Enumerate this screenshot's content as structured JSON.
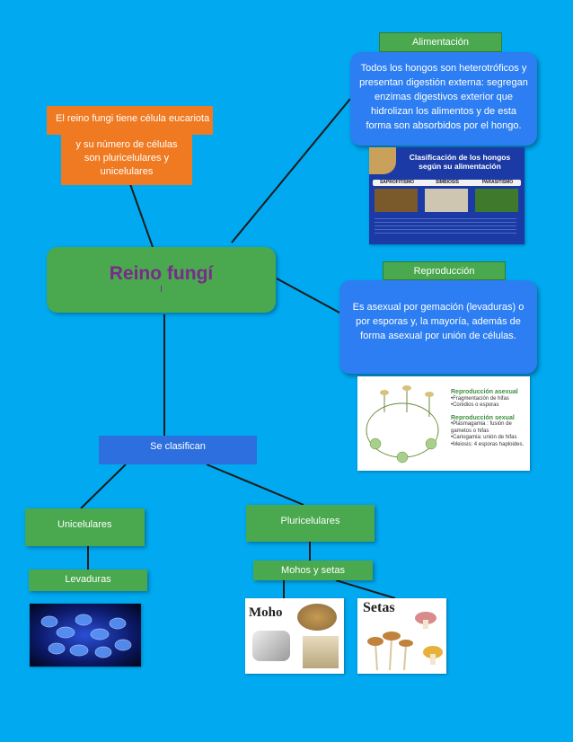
{
  "central": {
    "title": "Reino fungí",
    "sub": "I"
  },
  "intro": {
    "line1": "El reino fungi tiene célula eucariota",
    "line2": "y  su número de células son pluricelulares y unicelulares"
  },
  "alimentacion": {
    "label": "Alimentación",
    "text": "Todos los hongos son heterotróficos y presentan digestión  externa: segregan enzimas digestivos exterior que hidrolizan los alimentos y de esta forma son absorbidos por el hongo.",
    "image": {
      "title": "Clasificación de los hongos según su alimentación",
      "col1": "SAPROFITISMO",
      "col2": "SIMBIOSIS",
      "col3": "PARASITISMO"
    }
  },
  "reproduccion": {
    "label": "Reproducción",
    "text": "Es asexual por gemación (levaduras) o por esporas y, la mayoría, además de forma asexual por unión de células.",
    "image": {
      "asexual_title": "Reproducción asexual",
      "asexual_items": [
        "•Fragmentación de hifas",
        "•Conidios o esporas"
      ],
      "sexual_title": "Reproducción sexual",
      "sexual_items": [
        "•Plasmagamia : fusión de gametos o hifas",
        "•Cariogamia: unión de hifas",
        "•Meiosis: 4 esporas haploides."
      ]
    }
  },
  "clasifican": {
    "label": "Se clasifican"
  },
  "unicelulares": {
    "label": "Unicelulares",
    "sub": "Levaduras"
  },
  "pluricelulares": {
    "label": "Pluricelulares",
    "sub": "Mohos y setas"
  },
  "photos": {
    "moho": "Moho",
    "setas": "Setas"
  },
  "colors": {
    "background": "#00a9f0",
    "green": "#4aa84e",
    "blue": "#2d7ef2",
    "orange": "#f07a22"
  }
}
